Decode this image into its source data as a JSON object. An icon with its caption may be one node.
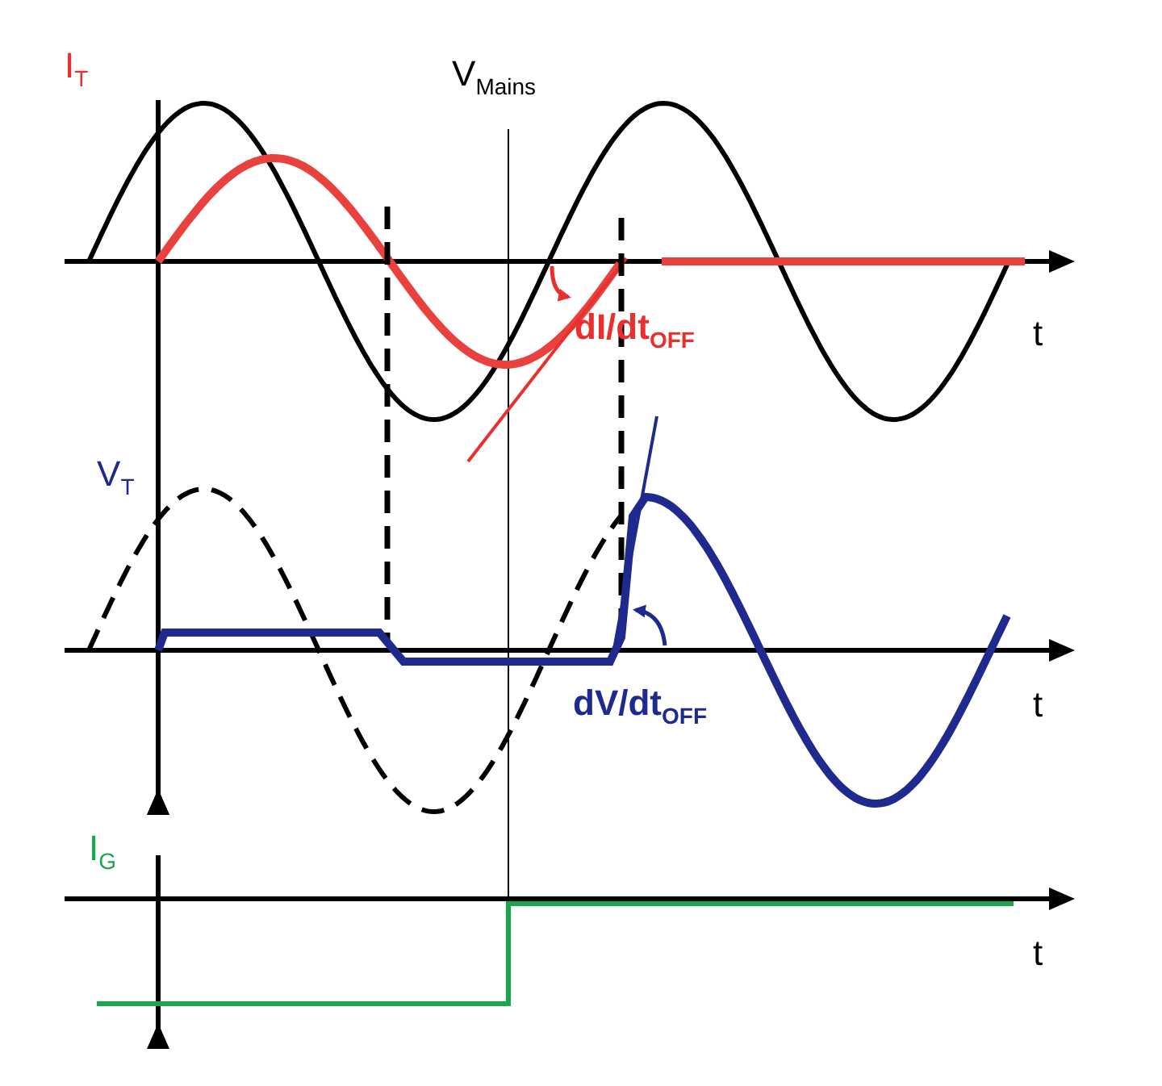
{
  "diagram": {
    "labels": [
      "I$_{T}$",
      "V$_{Mains}$",
      "dI/dt$_{OFF}$",
      "t",
      "V$_{T}$",
      "dV/dt$_{OFF}$",
      "t",
      "I$_{G}$",
      "t"
    ]
  }
}
